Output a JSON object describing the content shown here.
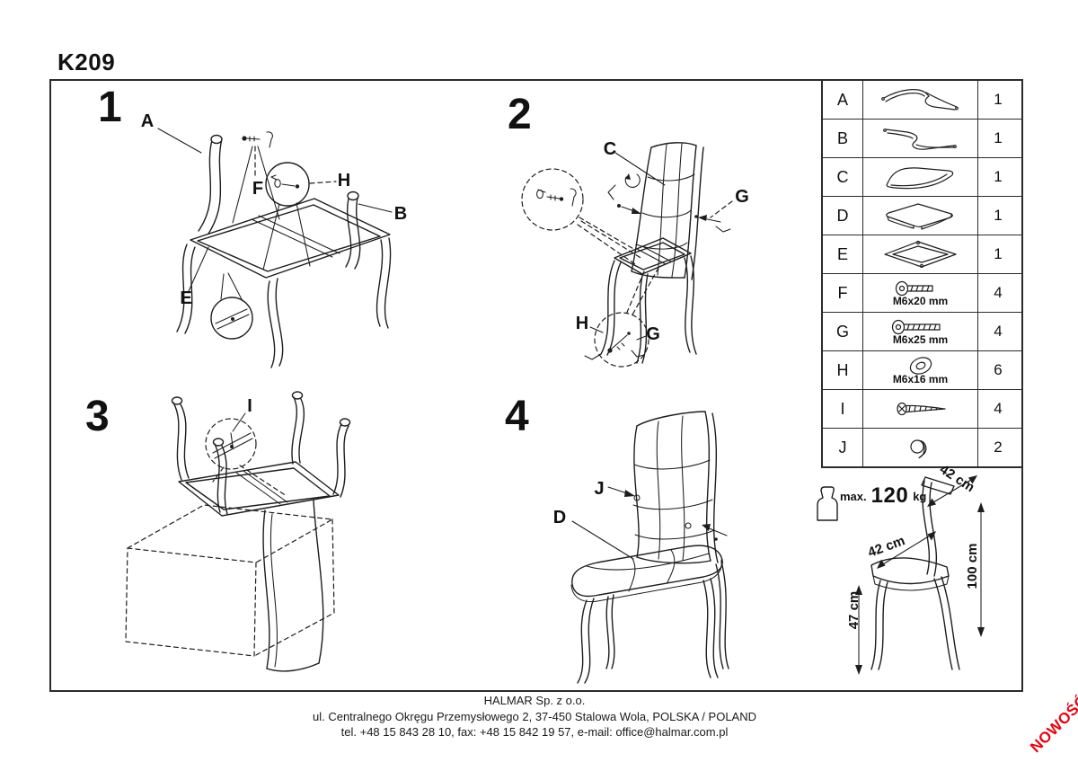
{
  "title": "K209",
  "steps": {
    "s1": {
      "number": "1",
      "labels": {
        "A": "A",
        "B": "B",
        "E": "E",
        "F": "F",
        "H": "H"
      }
    },
    "s2": {
      "number": "2",
      "labels": {
        "C": "C",
        "G1": "G",
        "H": "H",
        "G2": "G"
      }
    },
    "s3": {
      "number": "3",
      "labels": {
        "I": "I"
      }
    },
    "s4": {
      "number": "4",
      "labels": {
        "J": "J",
        "D": "D"
      }
    }
  },
  "parts_table": {
    "rows": [
      {
        "id": "A",
        "icon": "side-leg-frame-left",
        "size": "",
        "qty": "1"
      },
      {
        "id": "B",
        "icon": "side-leg-frame-right",
        "size": "",
        "qty": "1"
      },
      {
        "id": "C",
        "icon": "backrest-pad",
        "size": "",
        "qty": "1"
      },
      {
        "id": "D",
        "icon": "seat-cushion",
        "size": "",
        "qty": "1"
      },
      {
        "id": "E",
        "icon": "seat-frame",
        "size": "",
        "qty": "1"
      },
      {
        "id": "F",
        "icon": "bolt",
        "size": "M6x20 mm",
        "qty": "4"
      },
      {
        "id": "G",
        "icon": "bolt",
        "size": "M6x25 mm",
        "qty": "4"
      },
      {
        "id": "H",
        "icon": "washer",
        "size": "M6x16 mm",
        "qty": "6"
      },
      {
        "id": "I",
        "icon": "wood-screw",
        "size": "",
        "qty": "4"
      },
      {
        "id": "J",
        "icon": "cap",
        "size": "",
        "qty": "2"
      }
    ]
  },
  "load": {
    "prefix": "max.",
    "value": "120",
    "unit": "kg"
  },
  "dimensions": {
    "back_width": "42 cm",
    "seat_depth": "42 cm",
    "total_height": "100 cm",
    "seat_height": "47 cm"
  },
  "footer": {
    "company": "HALMAR Sp. z o.o.",
    "address": "ul. Centralnego Okręgu Przemysłowego 2, 37-450 Stalowa Wola, POLSKA / POLAND",
    "contact": "tel. +48 15 843 28 10, fax: +48 15 842 19 57, e-mail: office@halmar.com.pl"
  },
  "badge": {
    "text": "NOWOŚĆ",
    "color": "#e30613"
  }
}
